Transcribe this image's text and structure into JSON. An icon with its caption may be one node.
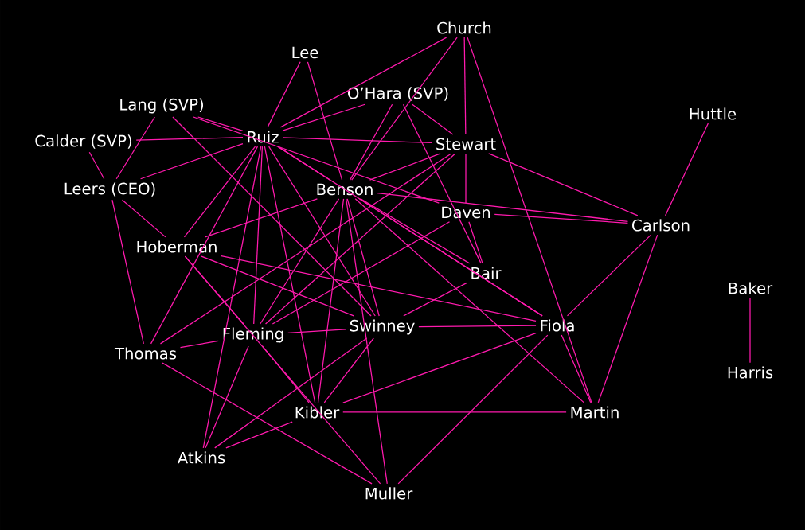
{
  "diagram": {
    "nodes": [
      {
        "text": [
          "Church"
        ]
      },
      {
        "text": [
          "Lee"
        ]
      },
      {
        "text": [
          "O’Hara (SVP)"
        ]
      },
      {
        "text": [
          "Lang (SVP)"
        ]
      },
      {
        "text": [
          "Huttle"
        ]
      },
      {
        "text": [
          "Calder (SVP)"
        ]
      },
      {
        "text": [
          "Ruiz"
        ]
      },
      {
        "text": [
          "Stewart"
        ]
      },
      {
        "text": [
          "Leers (CEO)"
        ]
      },
      {
        "text": [
          "Benson"
        ]
      },
      {
        "text": [
          "Daven"
        ]
      },
      {
        "text": [
          "Carlson"
        ]
      },
      {
        "text": [
          "Hoberman"
        ]
      },
      {
        "text": [
          "Bair"
        ]
      },
      {
        "text": [
          "Baker"
        ]
      },
      {
        "text": [
          "Fleming"
        ]
      },
      {
        "text": [
          "Swinney"
        ]
      },
      {
        "text": [
          "Fiola"
        ]
      },
      {
        "text": [
          "Thomas"
        ]
      },
      {
        "text": [
          "Harris"
        ]
      },
      {
        "text": [
          "Kibler"
        ]
      },
      {
        "text": [
          "Martin"
        ]
      },
      {
        "text": [
          "Atkins"
        ]
      },
      {
        "text": [
          "Muller"
        ]
      }
    ],
    "edges": [
      {
        "from": 0,
        "to": 6,
        "arrow": "none"
      },
      {
        "from": 0,
        "to": 9,
        "arrow": "none"
      },
      {
        "from": 0,
        "to": 7,
        "arrow": "none"
      },
      {
        "from": 0,
        "to": 21,
        "arrow": "none"
      },
      {
        "from": 1,
        "to": 6,
        "arrow": "none"
      },
      {
        "from": 1,
        "to": 9,
        "arrow": "none"
      },
      {
        "from": 2,
        "to": 6,
        "arrow": "none"
      },
      {
        "from": 2,
        "to": 9,
        "arrow": "none"
      },
      {
        "from": 2,
        "to": 13,
        "arrow": "none"
      },
      {
        "from": 2,
        "to": 7,
        "arrow": "none"
      },
      {
        "from": 3,
        "to": 6,
        "arrow": "none"
      },
      {
        "from": 3,
        "to": 10,
        "arrow": "none"
      },
      {
        "from": 3,
        "to": 8,
        "arrow": "none"
      },
      {
        "from": 3,
        "to": 16,
        "arrow": "none"
      },
      {
        "from": 5,
        "to": 6,
        "arrow": "none"
      },
      {
        "from": 5,
        "to": 8,
        "arrow": "none"
      },
      {
        "from": 8,
        "to": 6,
        "arrow": "none"
      },
      {
        "from": 8,
        "to": 12,
        "arrow": "none"
      },
      {
        "from": 8,
        "to": 18,
        "arrow": "none"
      },
      {
        "from": 6,
        "to": 12,
        "arrow": "none"
      },
      {
        "from": 6,
        "to": 7,
        "arrow": "none"
      },
      {
        "from": 6,
        "to": 15,
        "arrow": "none"
      },
      {
        "from": 6,
        "to": 18,
        "arrow": "none"
      },
      {
        "from": 6,
        "to": 20,
        "arrow": "none"
      },
      {
        "from": 6,
        "to": 16,
        "arrow": "none"
      },
      {
        "from": 6,
        "to": 22,
        "arrow": "none"
      },
      {
        "from": 6,
        "to": 9,
        "arrow": "none"
      },
      {
        "from": 6,
        "to": 17,
        "arrow": "none"
      },
      {
        "from": 7,
        "to": 11,
        "arrow": "none"
      },
      {
        "from": 7,
        "to": 10,
        "arrow": "none"
      },
      {
        "from": 7,
        "to": 9,
        "arrow": "none"
      },
      {
        "from": 7,
        "to": 15,
        "arrow": "none"
      },
      {
        "from": 9,
        "to": 11,
        "arrow": "none"
      },
      {
        "from": 9,
        "to": 12,
        "arrow": "none"
      },
      {
        "from": 9,
        "to": 15,
        "arrow": "none"
      },
      {
        "from": 9,
        "to": 20,
        "arrow": "none"
      },
      {
        "from": 9,
        "to": 23,
        "arrow": "none"
      },
      {
        "from": 9,
        "to": 16,
        "arrow": "none"
      },
      {
        "from": 9,
        "to": 13,
        "arrow": "none"
      },
      {
        "from": 9,
        "to": 17,
        "arrow": "none"
      },
      {
        "from": 9,
        "to": 21,
        "arrow": "none"
      },
      {
        "from": 10,
        "to": 11,
        "arrow": "none"
      },
      {
        "from": 10,
        "to": 13,
        "arrow": "none"
      },
      {
        "from": 10,
        "to": 15,
        "arrow": "none"
      },
      {
        "from": 11,
        "to": 4,
        "arrow": "none"
      },
      {
        "from": 11,
        "to": 17,
        "arrow": "none"
      },
      {
        "from": 11,
        "to": 21,
        "arrow": "none"
      },
      {
        "from": 12,
        "to": 15,
        "arrow": "none"
      },
      {
        "from": 12,
        "to": 17,
        "arrow": "none"
      },
      {
        "from": 12,
        "to": 16,
        "arrow": "none"
      },
      {
        "from": 12,
        "to": 23,
        "arrow": "none"
      },
      {
        "from": 13,
        "to": 16,
        "arrow": "none"
      },
      {
        "from": 15,
        "to": 16,
        "arrow": "none"
      },
      {
        "from": 15,
        "to": 18,
        "arrow": "none"
      },
      {
        "from": 15,
        "to": 22,
        "arrow": "none"
      },
      {
        "from": 15,
        "to": 20,
        "arrow": "none"
      },
      {
        "from": 16,
        "to": 17,
        "arrow": "none"
      },
      {
        "from": 16,
        "to": 20,
        "arrow": "none"
      },
      {
        "from": 17,
        "to": 20,
        "arrow": "none"
      },
      {
        "from": 17,
        "to": 23,
        "arrow": "none"
      },
      {
        "from": 17,
        "to": 21,
        "arrow": "none"
      },
      {
        "from": 18,
        "to": 23,
        "arrow": "none"
      },
      {
        "from": 18,
        "to": 7,
        "arrow": "none"
      },
      {
        "from": 20,
        "to": 21,
        "arrow": "none"
      },
      {
        "from": 20,
        "to": 22,
        "arrow": "none"
      },
      {
        "from": 22,
        "to": 16,
        "arrow": "none"
      },
      {
        "from": 14,
        "to": 19,
        "arrow": "none"
      }
    ]
  }
}
